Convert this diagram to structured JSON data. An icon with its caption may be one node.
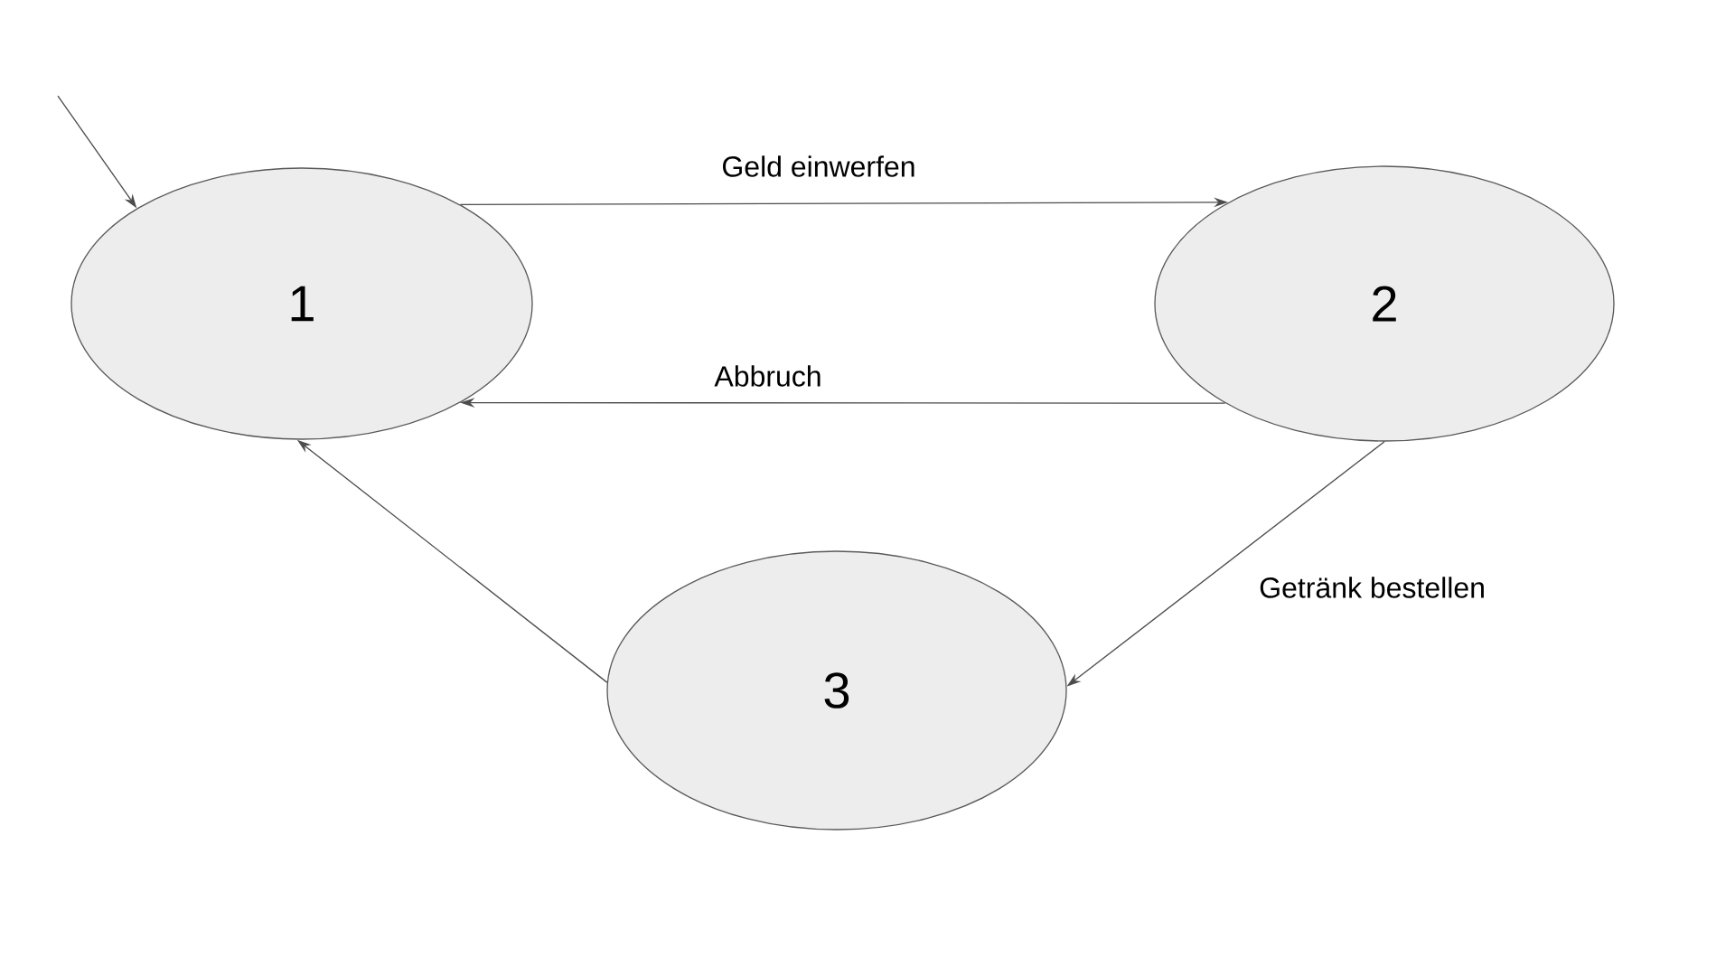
{
  "diagram": {
    "nodes": [
      {
        "text": [
          "1"
        ]
      },
      {
        "text": [
          "2"
        ]
      },
      {
        "text": [
          "3"
        ]
      }
    ],
    "edges": [
      {
        "from": null,
        "to": 0,
        "arrow": "to"
      },
      {
        "from": 0,
        "to": 1,
        "arrow": "to",
        "label": "Geld einwerfen"
      },
      {
        "from": 1,
        "to": 0,
        "arrow": "to",
        "label": "Abbruch"
      },
      {
        "from": 1,
        "to": 2,
        "arrow": "to",
        "label": "Getränk bestellen"
      },
      {
        "from": 2,
        "to": 0,
        "arrow": "to"
      }
    ]
  }
}
